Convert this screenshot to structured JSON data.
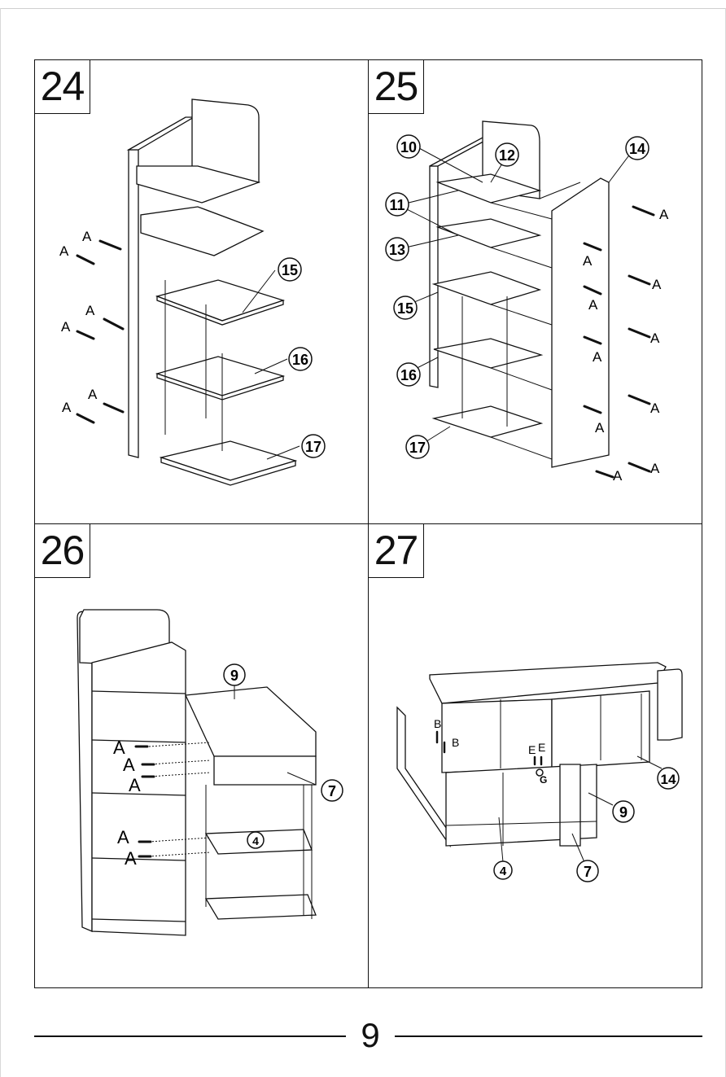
{
  "page": {
    "number": "9"
  },
  "steps": [
    {
      "number": "24",
      "callouts": [
        "15",
        "16",
        "17"
      ],
      "screw_labels": [
        "A",
        "A",
        "A",
        "A",
        "A",
        "A"
      ]
    },
    {
      "number": "25",
      "callouts": [
        "10",
        "12",
        "14",
        "11",
        "13",
        "15",
        "16",
        "17"
      ],
      "screw_labels": [
        "A",
        "A",
        "A",
        "A",
        "A",
        "A",
        "A",
        "A",
        "A",
        "A"
      ]
    },
    {
      "number": "26",
      "callouts": [
        "9",
        "7",
        "4"
      ],
      "screw_labels": [
        "A",
        "A",
        "A",
        "A",
        "A"
      ]
    },
    {
      "number": "27",
      "callouts": [
        "14",
        "9",
        "4",
        "7"
      ],
      "part_labels": [
        "B",
        "B",
        "E",
        "E",
        "G"
      ]
    }
  ]
}
